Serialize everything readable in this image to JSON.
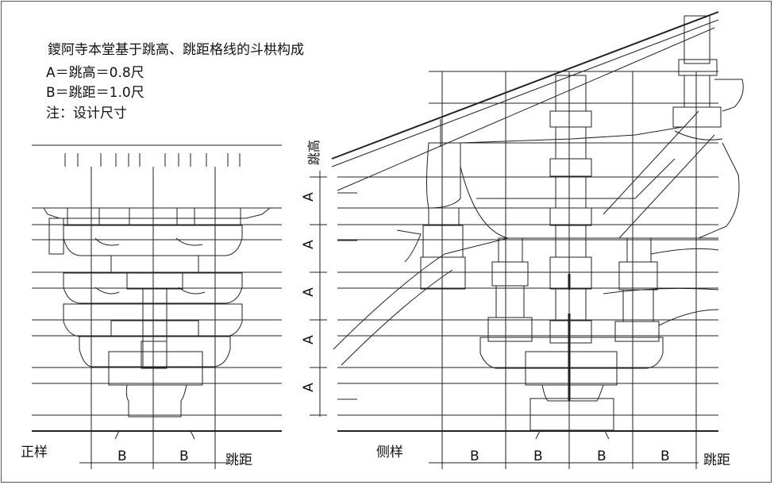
{
  "title": "鑁阿寺本堂基于跳高、跳距格线的斗栱构成",
  "notes": [
    "A＝跳高＝0.8尺",
    "B＝跳距＝1.0尺",
    "注：设计尺寸"
  ],
  "labels": {
    "front_view": "正样",
    "side_view": "侧样",
    "jump_distance": "跳距",
    "jump_height": "跳高"
  },
  "a_marks": [
    "A",
    "A",
    "A",
    "A",
    "A"
  ],
  "b_front": [
    "B",
    "B"
  ],
  "b_side": [
    "B",
    "B",
    "B",
    "B"
  ]
}
